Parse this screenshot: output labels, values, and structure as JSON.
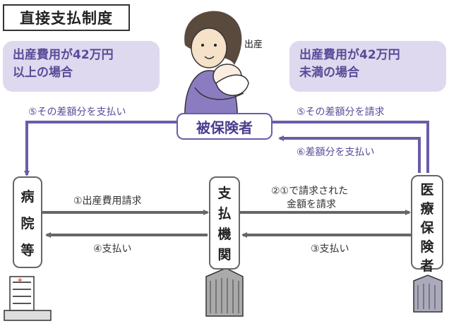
{
  "title": "直接支払制度",
  "cond_left": {
    "line1": "出産費用が42万円",
    "line2": "以上の場合"
  },
  "cond_right": {
    "line1": "出産費用が42万円",
    "line2": "未満の場合"
  },
  "childbirth_label": "出産",
  "insured": "被保険者",
  "hospital": [
    "病",
    "院",
    "等"
  ],
  "payment_agency": [
    "支",
    "払",
    "機",
    "関"
  ],
  "insurer": [
    "医",
    "療",
    "保",
    "険",
    "者"
  ],
  "flows": {
    "f1": "①出産費用請求",
    "f2_line1": "②①で請求された",
    "f2_line2": "金額を請求",
    "f3": "③支払い",
    "f4": "④支払い",
    "f5_left": "⑤その差額分を支払い",
    "f5_right": "⑤その差額分を請求",
    "f6": "⑥差額分を支払い"
  },
  "colors": {
    "accent": "#6a5ca8",
    "cond_bg": "#ded9ee",
    "arrow_gray": "#666666"
  }
}
